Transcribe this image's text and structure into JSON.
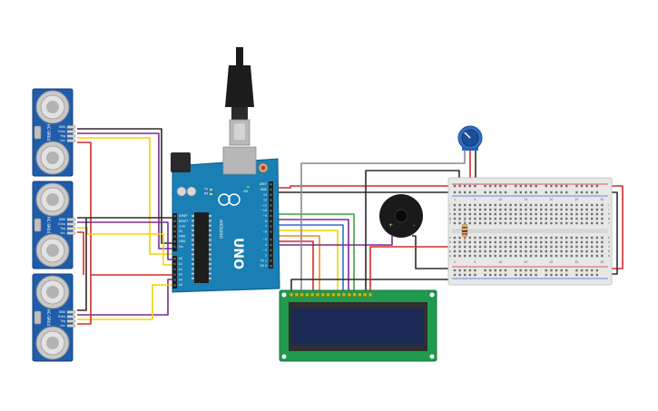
{
  "sensors": [
    {
      "model": "HC-SR04",
      "pins": [
        "GND",
        "Echo",
        "Trig",
        "Vcc"
      ]
    },
    {
      "model": "HC-SR04",
      "pins": [
        "GND",
        "Echo",
        "Trig",
        "Vcc"
      ]
    },
    {
      "model": "HC-SR04",
      "pins": [
        "GND",
        "Echo",
        "Trig",
        "Vcc"
      ]
    }
  ],
  "arduino": {
    "logo": "UNO",
    "brand": "ARDUINO",
    "on_label": "ON",
    "tx_label": "TX",
    "rx_label": "RX",
    "digital_pins": [
      "AREF",
      "GND",
      "13",
      "12",
      "~11",
      "~10",
      "~9",
      "8",
      "7",
      "~6",
      "~5",
      "4",
      "~3",
      "2",
      "TX 1",
      "RX 0"
    ],
    "power_pins": [
      "IOREF",
      "RESET",
      "3.3V",
      "5V",
      "GND",
      "GND",
      "Vin"
    ],
    "analog_pins": [
      "A0",
      "A1",
      "A2",
      "A3",
      "A4",
      "A5"
    ]
  },
  "buzzer": {
    "plus": "+",
    "minus": "-"
  },
  "breadboard": {
    "columns": [
      "1",
      "5",
      "10",
      "15",
      "20",
      "25",
      "30"
    ],
    "rows": [
      "a",
      "b",
      "c",
      "d",
      "e",
      "f",
      "g",
      "h",
      "i",
      "j"
    ]
  },
  "colors": {
    "wire_red": "#d22c2c",
    "wire_black": "#2b2b2b",
    "wire_yellow": "#f2d400",
    "wire_purple": "#7a2c8e",
    "wire_green": "#3aa33a",
    "wire_orange": "#f08a1c",
    "wire_blue": "#2e6fd8",
    "wire_gray": "#8a8a8a",
    "sensor_board": "#1f5dab",
    "arduino_board": "#1a7fb5",
    "lcd_board": "#1f9a4f",
    "lcd_screen": "#1a2a55"
  }
}
